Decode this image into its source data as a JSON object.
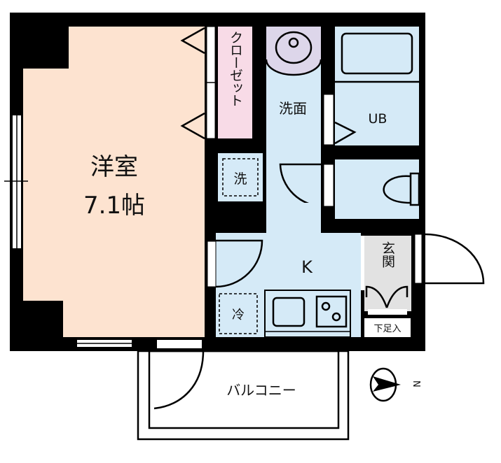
{
  "rooms": {
    "western_room": {
      "name": "洋室",
      "size": "7.1帖"
    },
    "closet": "クローゼット",
    "washroom": "洗面",
    "unit_bath": "UB",
    "washer": "洗",
    "kitchen": "K",
    "fridge": "冷",
    "entrance": "玄関",
    "shoe_box": "下足入",
    "balcony": "バルコニー"
  },
  "compass": {
    "label": "N",
    "direction": "right"
  },
  "colors": {
    "western_room": "#fde3d0",
    "closet": "#f8dbe7",
    "wet_area": "#d5eaf7",
    "sink": "#ddd6ea",
    "entrance": "#e2e2e2",
    "wall": "#000000"
  }
}
